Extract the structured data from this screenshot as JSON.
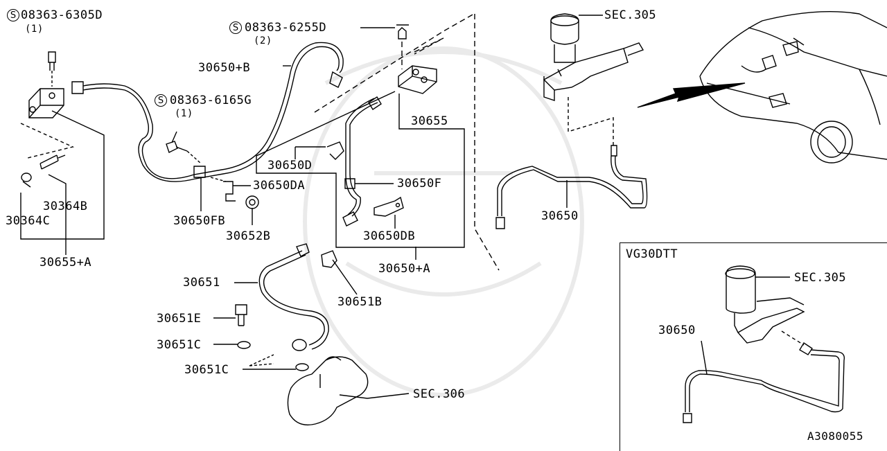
{
  "parts": {
    "bolt_a": {
      "symbol": "S",
      "number": "08363-6305D",
      "qty": "(1)"
    },
    "bolt_b": {
      "symbol": "S",
      "number": "08363-6255D",
      "qty": "(2)"
    },
    "bolt_c": {
      "symbol": "S",
      "number": "08363-6165G",
      "qty": "(1)"
    },
    "p30650B": "30650+B",
    "p30655": "30655",
    "p30650D": "30650D",
    "p30650F": "30650F",
    "p30650DA": "30650DA",
    "p30364B": "30364B",
    "p30364C": "30364C",
    "p30650FB": "30650FB",
    "p30652B": "30652B",
    "p30650DB": "30650DB",
    "p30655A": "30655+A",
    "p30650A": "30650+A",
    "p30651": "30651",
    "p30651B": "30651B",
    "p30651E": "30651E",
    "p30651C_1": "30651C",
    "p30651C_2": "30651C",
    "sec306": "SEC.306",
    "sec305": "SEC.305",
    "p30650": "30650"
  },
  "inset": {
    "title": "VG30DTT",
    "sec305": "SEC.305",
    "p30650": "30650"
  },
  "figure_code": "A3080055"
}
